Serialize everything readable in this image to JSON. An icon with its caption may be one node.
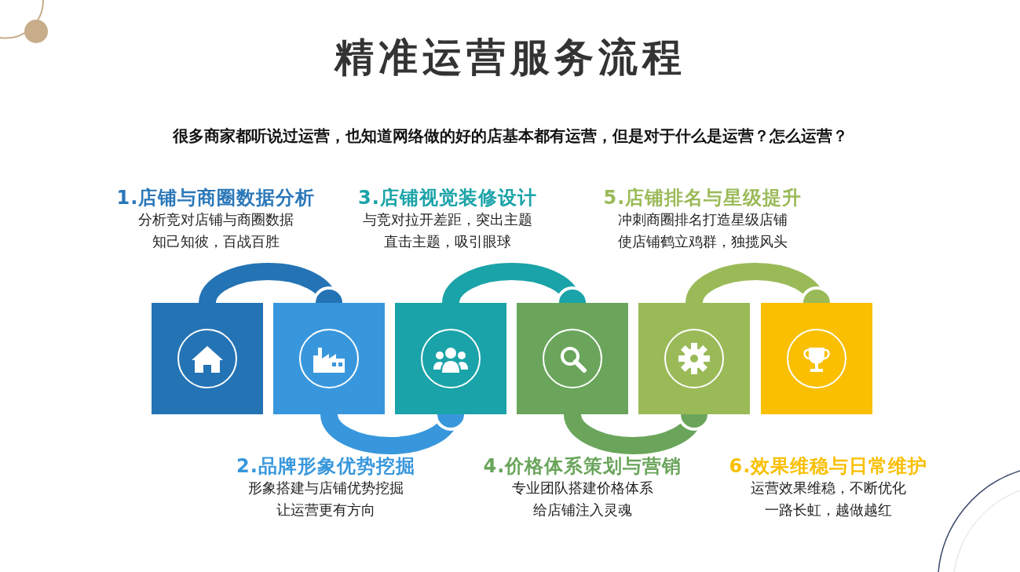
{
  "diagram": {
    "title": "精准运营服务流程",
    "nodes": [
      {
        "text": [
          "1.店铺与商圈数据分析",
          "分析竞对店铺与商圈数据知己知彼，百战百胜"
        ]
      },
      {
        "text": [
          "2.品牌形象优势挖掘",
          "形象搭建与店铺优势挖掘让运营更有方向"
        ]
      },
      {
        "text": [
          "3.店铺视觉装修设计",
          "与竞对拉开差距，突出主题直击主题，吸引眼球"
        ]
      },
      {
        "text": [
          "4.价格体系策划与营销",
          "专业团队搭建价格体系给店铺注入灵魂"
        ]
      },
      {
        "text": [
          "5.店铺排名与星级提升",
          "冲刺商圈排名打造星级店铺使店铺鹤立鸡群，独揽风头"
        ]
      },
      {
        "text": [
          "6.效果维稳与日常维护",
          "运营效果维稳，不断优化一路长虹，越做越红"
        ]
      }
    ],
    "edges": [
      {
        "from": 0,
        "to": 1,
        "arrow": "other",
        "color": "#2473b5"
      },
      {
        "from": 1,
        "to": 2,
        "arrow": "other",
        "color": "#3897dc"
      },
      {
        "from": 2,
        "to": 3,
        "arrow": "other",
        "color": "#1aa3a8"
      },
      {
        "from": 3,
        "to": 4,
        "arrow": "other",
        "color": "#6aa55b"
      },
      {
        "from": 4,
        "to": 5,
        "arrow": "other",
        "color": "#9aba58"
      }
    ],
    "labels": [
      "很多商家都听说过运营，也知道网络做的好的店基本都有运营，但是对于什么是运营？怎么运营？"
    ]
  }
}
